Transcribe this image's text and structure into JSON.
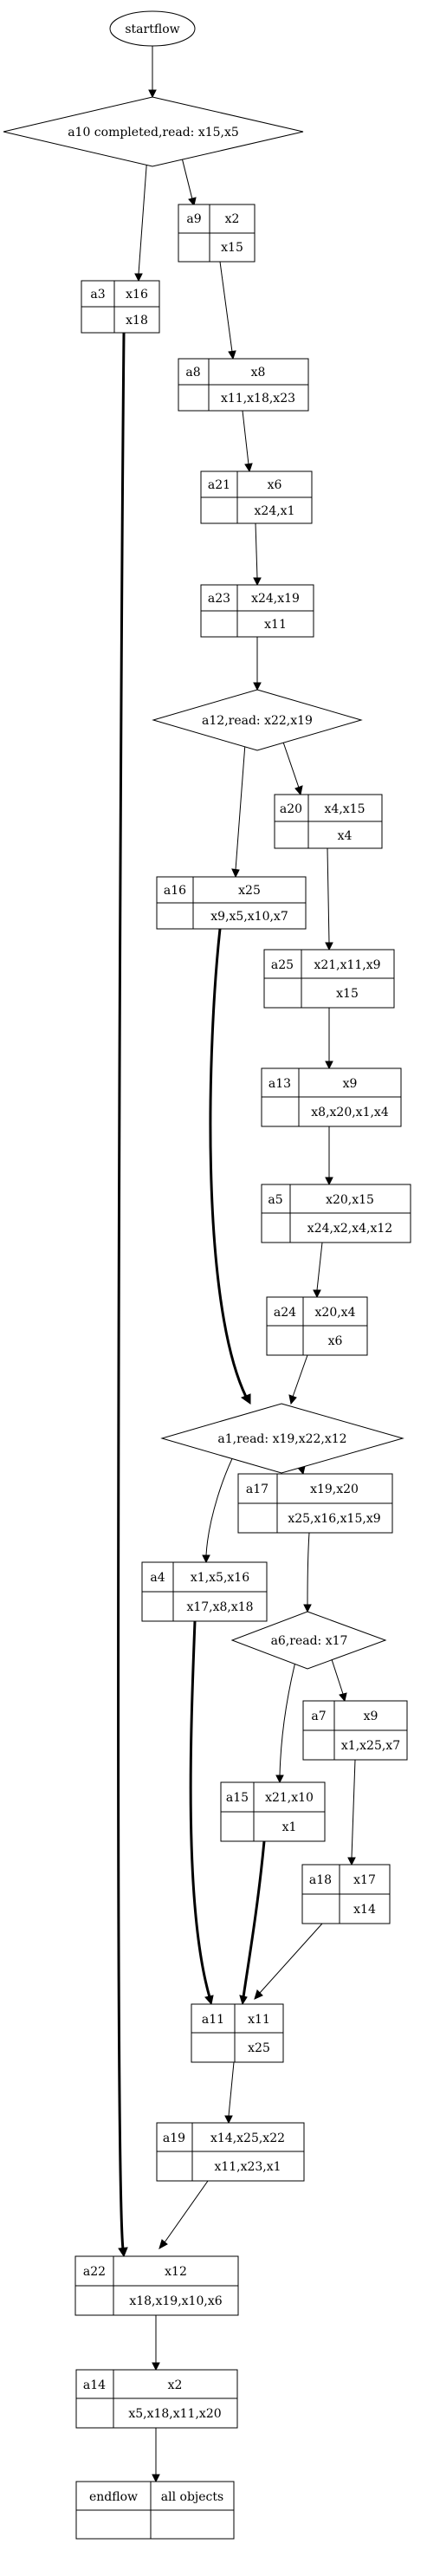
{
  "diagram": {
    "start": {
      "label": "startflow"
    },
    "decisions": {
      "d1": {
        "label": "a10 completed,read: x15,x5"
      },
      "d2": {
        "label": "a12,read: x22,x19"
      },
      "d3": {
        "label": "a1,read: x19,x22,x12"
      },
      "d4": {
        "label": "a6,read: x17"
      }
    },
    "boxes": {
      "a9": {
        "id": "a9",
        "top": "x2",
        "bottom": "x15"
      },
      "a3": {
        "id": "a3",
        "top": "x16",
        "bottom": "x18"
      },
      "a8": {
        "id": "a8",
        "top": "x8",
        "bottom": "x11,x18,x23"
      },
      "a21": {
        "id": "a21",
        "top": "x6",
        "bottom": "x24,x1"
      },
      "a23": {
        "id": "a23",
        "top": "x24,x19",
        "bottom": "x11"
      },
      "a20": {
        "id": "a20",
        "top": "x4,x15",
        "bottom": "x4"
      },
      "a16": {
        "id": "a16",
        "top": "x25",
        "bottom": "x9,x5,x10,x7"
      },
      "a25": {
        "id": "a25",
        "top": "x21,x11,x9",
        "bottom": "x15"
      },
      "a13": {
        "id": "a13",
        "top": "x9",
        "bottom": "x8,x20,x1,x4"
      },
      "a5": {
        "id": "a5",
        "top": "x20,x15",
        "bottom": "x24,x2,x4,x12"
      },
      "a24": {
        "id": "a24",
        "top": "x20,x4",
        "bottom": "x6"
      },
      "a17": {
        "id": "a17",
        "top": "x19,x20",
        "bottom": "x25,x16,x15,x9"
      },
      "a4": {
        "id": "a4",
        "top": "x1,x5,x16",
        "bottom": "x17,x8,x18"
      },
      "a7": {
        "id": "a7",
        "top": "x9",
        "bottom": "x1,x25,x7"
      },
      "a15": {
        "id": "a15",
        "top": "x21,x10",
        "bottom": "x1"
      },
      "a18": {
        "id": "a18",
        "top": "x17",
        "bottom": "x14"
      },
      "a11": {
        "id": "a11",
        "top": "x11",
        "bottom": "x25"
      },
      "a19": {
        "id": "a19",
        "top": "x14,x25,x22",
        "bottom": "x11,x23,x1"
      },
      "a22": {
        "id": "a22",
        "top": "x12",
        "bottom": "x18,x19,x10,x6"
      },
      "a14": {
        "id": "a14",
        "top": "x2",
        "bottom": "x5,x18,x11,x20"
      }
    },
    "end": {
      "left": "endflow",
      "right": "all objects"
    }
  }
}
